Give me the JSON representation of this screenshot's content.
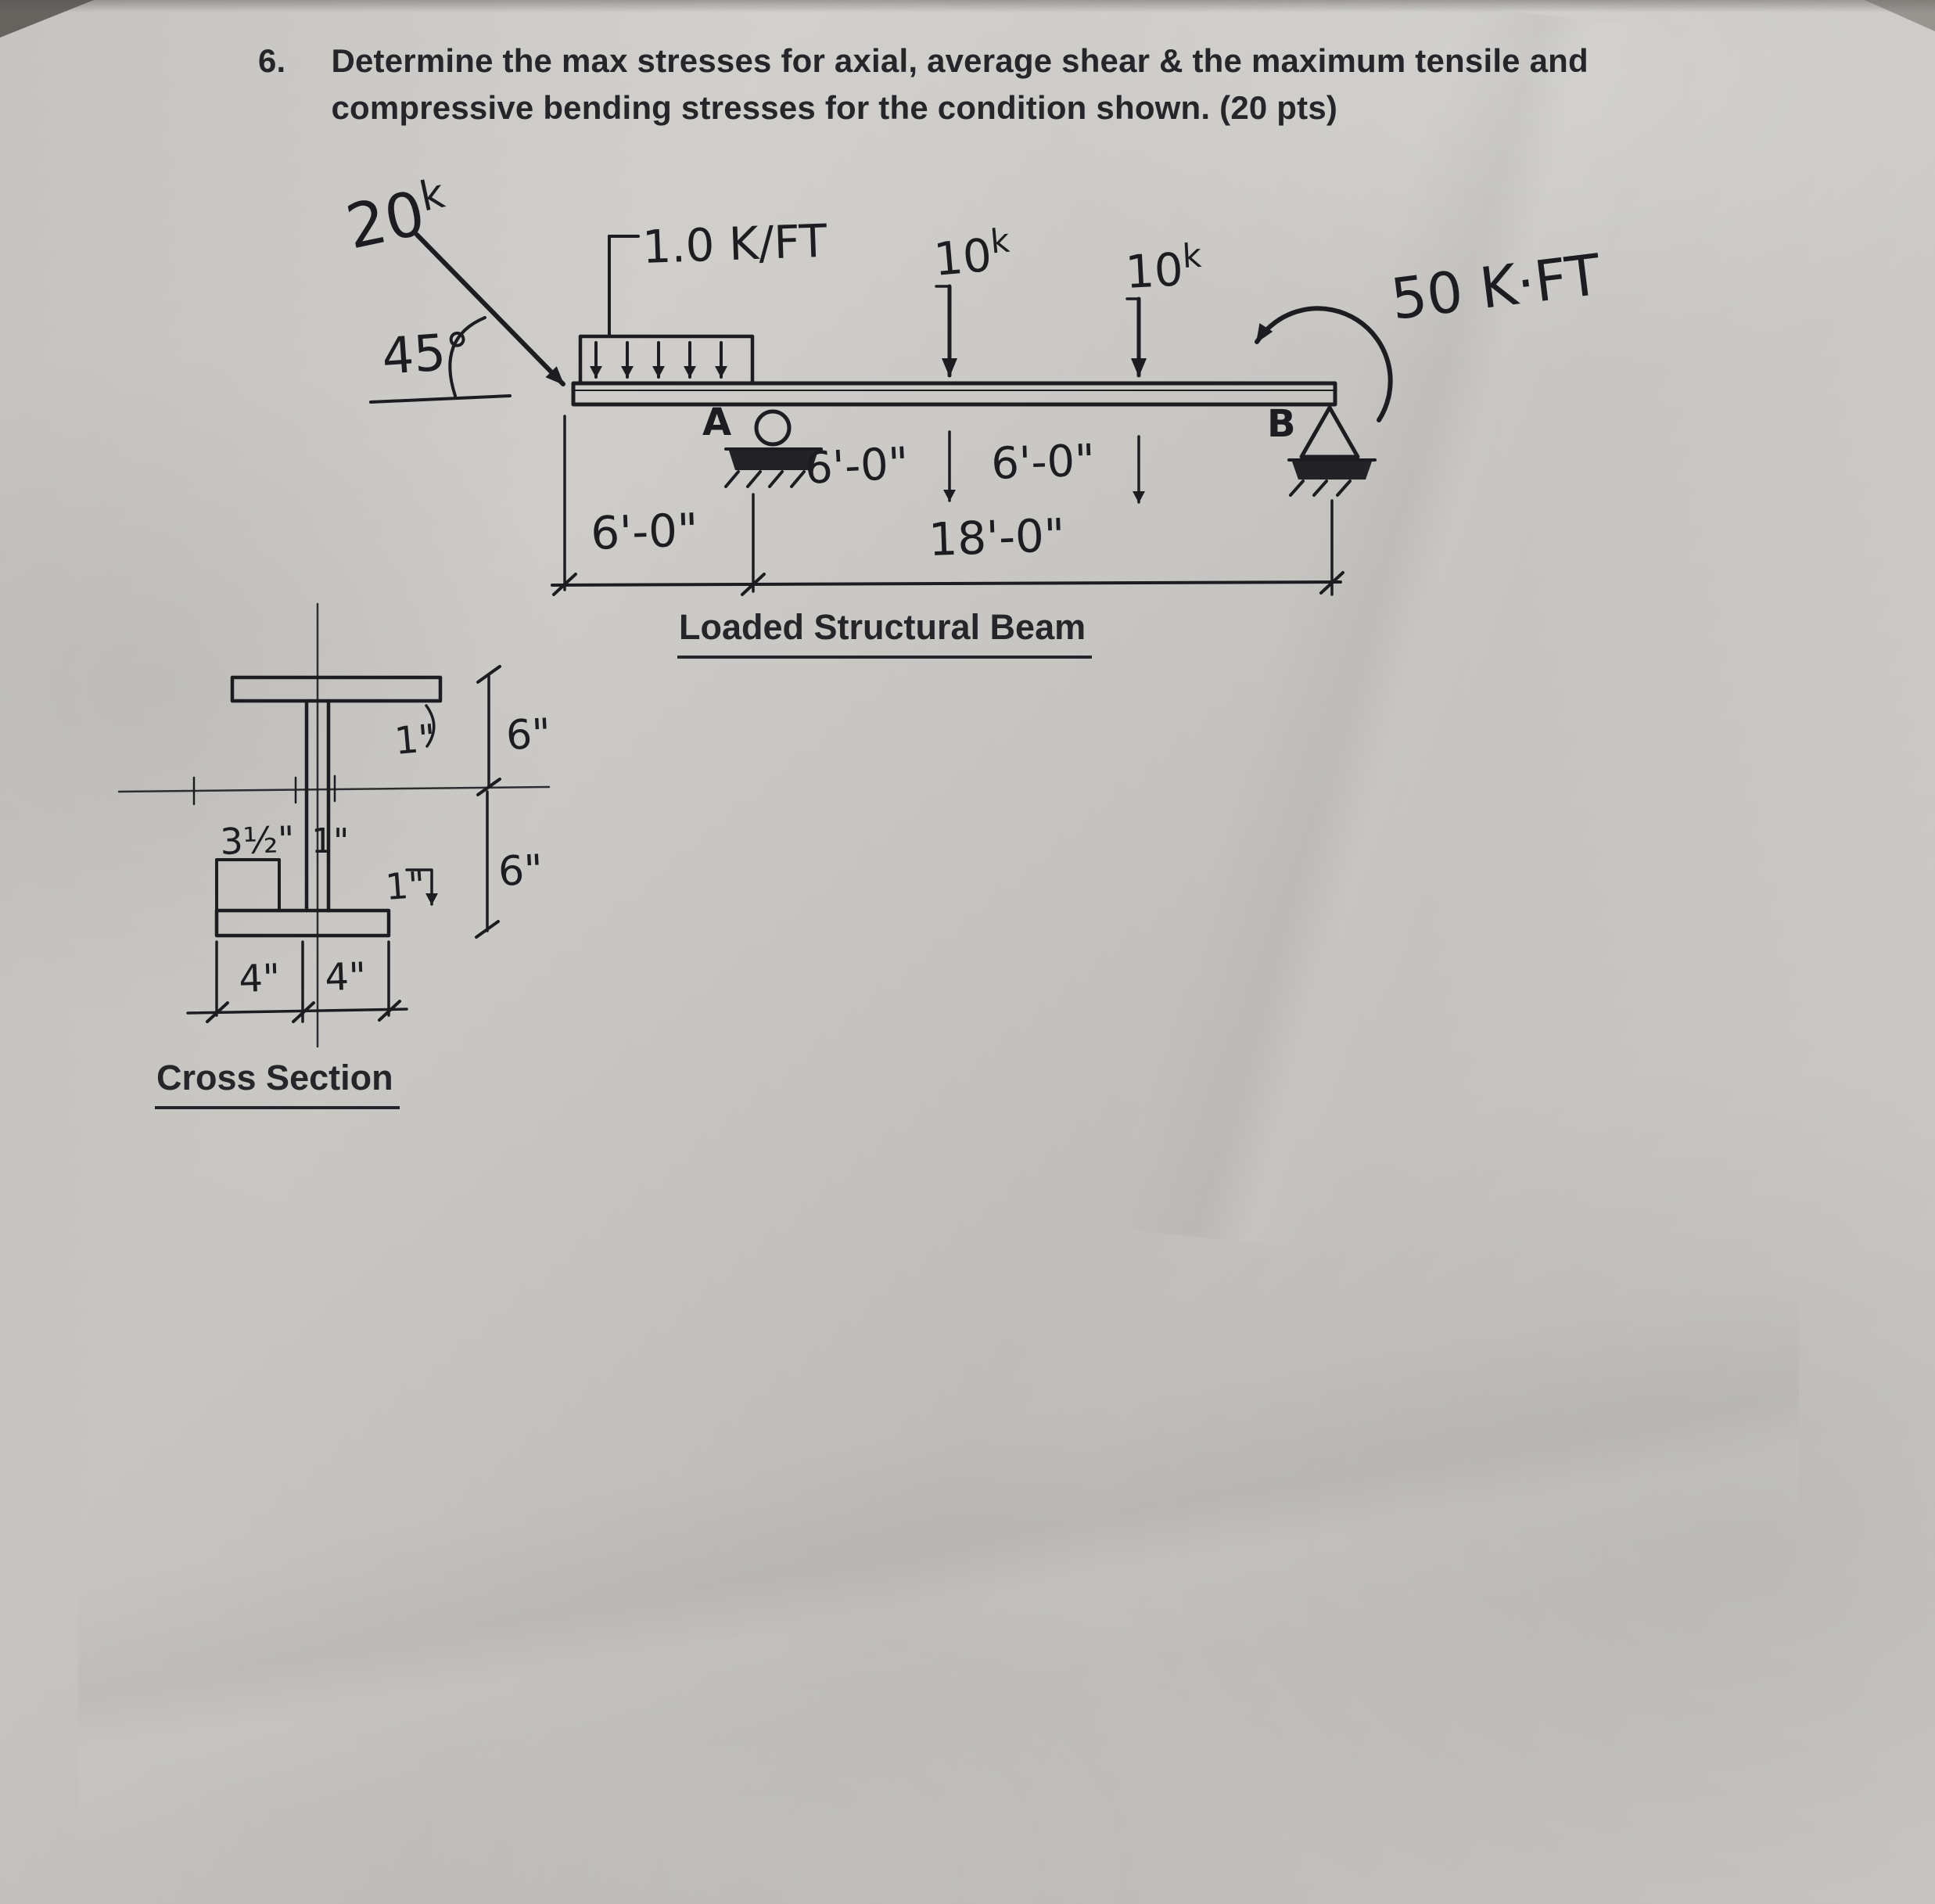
{
  "problem": {
    "number": "6.",
    "line1": "Determine the max stresses for axial, average shear & the maximum tensile and",
    "line2": "compressive bending stresses for the condition shown. (20 pts)"
  },
  "beam": {
    "title": "Loaded Structural Beam",
    "inclined_load_value": "20",
    "inclined_load_unit": "k",
    "angle_label": "45°",
    "udl_label": "1.0 K/FT",
    "point_load_1_value": "10",
    "point_load_1_unit": "k",
    "point_load_2_value": "10",
    "point_load_2_unit": "k",
    "moment_label": "50 K·FT",
    "support_a_label": "A",
    "support_b_label": "B",
    "dim_a_to_p1": "6'-0\"",
    "dim_p1_to_p2": "6'-0\"",
    "dim_left_to_a": "6'-0\"",
    "dim_a_to_b": "18'-0\""
  },
  "cross_section": {
    "title": "Cross Section",
    "top_flange_thickness": "1\"",
    "upper_half_depth": "6\"",
    "left_offset": "3½\"",
    "web_thickness": "1\"",
    "bottom_flange_thickness": "1\"",
    "lower_half_depth": "6\"",
    "bottom_left_width": "4\"",
    "bottom_right_width": "4\""
  }
}
